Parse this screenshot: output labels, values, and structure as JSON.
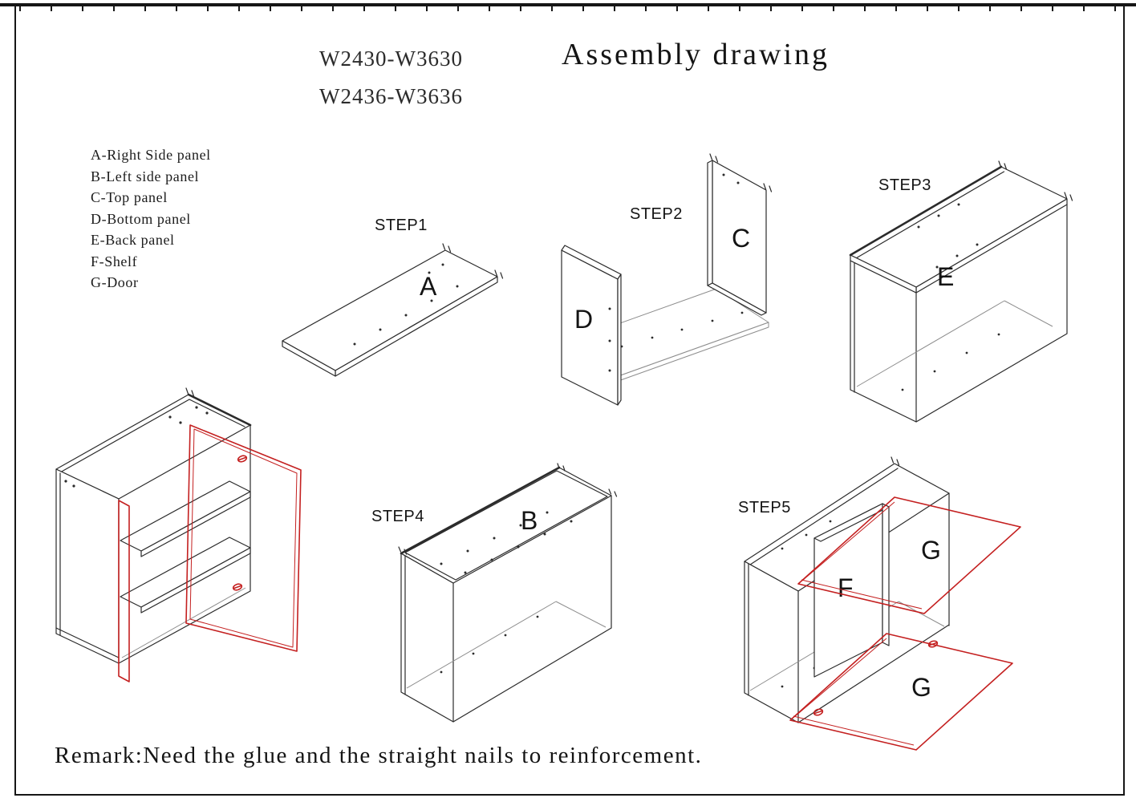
{
  "page": {
    "title": "Assembly drawing",
    "models": [
      "W2430-W3630",
      "W2436-W3636"
    ],
    "remark": "Remark:Need the glue and the straight nails to reinforcement."
  },
  "parts_list": [
    {
      "label": "A-Right Side panel"
    },
    {
      "label": "B-Left side panel"
    },
    {
      "label": "C-Top panel"
    },
    {
      "label": "D-Bottom panel"
    },
    {
      "label": "E-Back panel"
    },
    {
      "label": "F-Shelf"
    },
    {
      "label": "G-Door"
    }
  ],
  "steps": [
    {
      "label": "STEP1",
      "parts": [
        "A"
      ]
    },
    {
      "label": "STEP2",
      "parts": [
        "D",
        "C"
      ]
    },
    {
      "label": "STEP3",
      "parts": [
        "E"
      ]
    },
    {
      "label": "STEP4",
      "parts": [
        "B"
      ]
    },
    {
      "label": "STEP5",
      "parts": [
        "F",
        "G",
        "G"
      ]
    }
  ],
  "colors": {
    "line": "#2b2b2b",
    "light_line": "#8d8d8d",
    "accent_red": "#c42020",
    "background": "#ffffff"
  }
}
